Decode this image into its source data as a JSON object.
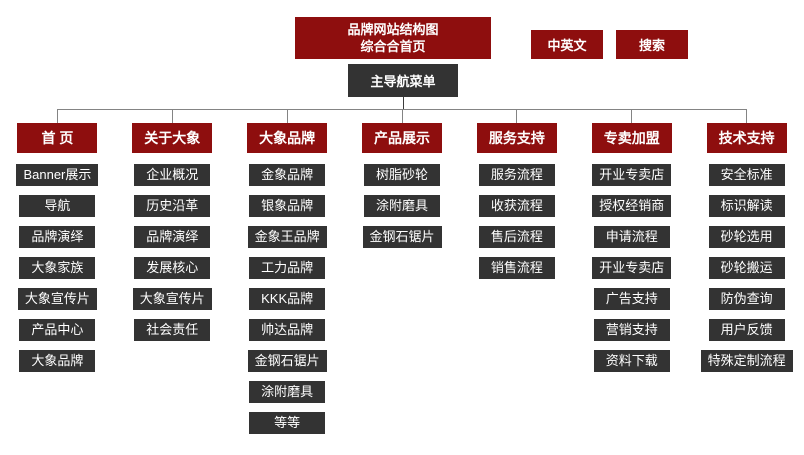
{
  "palette": {
    "node_red": "#8e0e0e",
    "node_dark": "#333333",
    "connector_gray": "#848484",
    "text_white": "#ffffff",
    "background": "#ffffff"
  },
  "root": {
    "title_line1": "品牌网站结构图",
    "title_line2": "综合合首页"
  },
  "top_right": {
    "language_label": "中英文",
    "search_label": "搜索"
  },
  "main_nav": {
    "label": "主导航菜单"
  },
  "columns": [
    {
      "header": "首 页",
      "items": [
        "Banner展示",
        "导航",
        "品牌演绎",
        "大象家族",
        "大象宣传片",
        "产品中心",
        "大象品牌"
      ]
    },
    {
      "header": "关于大象",
      "items": [
        "企业概况",
        "历史沿革",
        "品牌演绎",
        "发展核心",
        "大象宣传片",
        "社会责任"
      ]
    },
    {
      "header": "大象品牌",
      "items": [
        "金象品牌",
        "银象品牌",
        "金象王品牌",
        "工力品牌",
        "KKK品牌",
        "帅达品牌",
        "金钢石锯片",
        "涂附磨具",
        "等等"
      ]
    },
    {
      "header": "产品展示",
      "items": [
        "树脂砂轮",
        "涂附磨具",
        "金钢石锯片"
      ]
    },
    {
      "header": "服务支持",
      "items": [
        "服务流程",
        "收获流程",
        "售后流程",
        "销售流程"
      ]
    },
    {
      "header": "专卖加盟",
      "items": [
        "开业专卖店",
        "授权经销商",
        "申请流程",
        "开业专卖店",
        "广告支持",
        "营销支持",
        "资料下载"
      ]
    },
    {
      "header": "技术支持",
      "items": [
        "安全标准",
        "标识解读",
        "砂轮选用",
        "砂轮搬运",
        "防伪查询",
        "用户反馈",
        "特殊定制流程"
      ]
    }
  ]
}
